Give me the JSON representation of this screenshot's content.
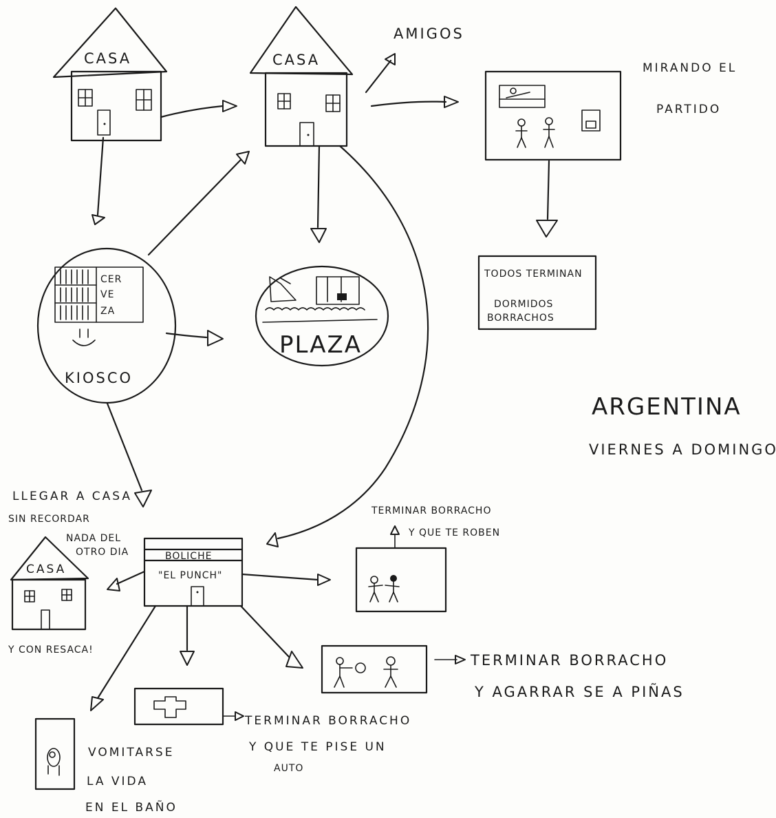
{
  "nodes": {
    "casa_start": {
      "label": "CASA"
    },
    "casa_center": {
      "label": "CASA"
    },
    "amigos": {
      "label": "AMIGOS"
    },
    "mirando": {
      "line1": "MIRANDO EL",
      "line2": "PARTIDO"
    },
    "todos": {
      "line1": "TODOS TERMINAN",
      "line2": "DORMIDOS",
      "line3": "BORRACHOS"
    },
    "kiosco": {
      "label": "KIOSCO",
      "sign1": "CER",
      "sign2": "VE",
      "sign3": "ZA"
    },
    "plaza": {
      "label": "PLAZA"
    },
    "location": {
      "line1": "ARGENTINA",
      "line2": "VIERNES A DOMINGOS"
    },
    "llegar": {
      "line1": "LLEGAR A CASA",
      "line2": "SIN RECORDAR",
      "line3": "NADA DEL",
      "line4": "OTRO DIA"
    },
    "casa_end": {
      "label": "CASA",
      "caption": "Y CON RESACA!"
    },
    "boliche": {
      "title": "BOLICHE",
      "name": "\"EL PUNCH\""
    },
    "robo": {
      "line1": "TERMINAR BORRACHO",
      "line2": "Y QUE TE ROBEN"
    },
    "pelea": {
      "line1": "TERMINAR BORRACHO",
      "line2": "Y AGARRAR SE A PIÑAS"
    },
    "auto": {
      "line1": "TERMINAR BORRACHO",
      "line2": "Y QUE TE PISE UN",
      "line3": "AUTO"
    },
    "vomito": {
      "line1": "VOMITARSE",
      "line2": "LA VIDA",
      "line3": "EN EL BAÑO"
    }
  }
}
